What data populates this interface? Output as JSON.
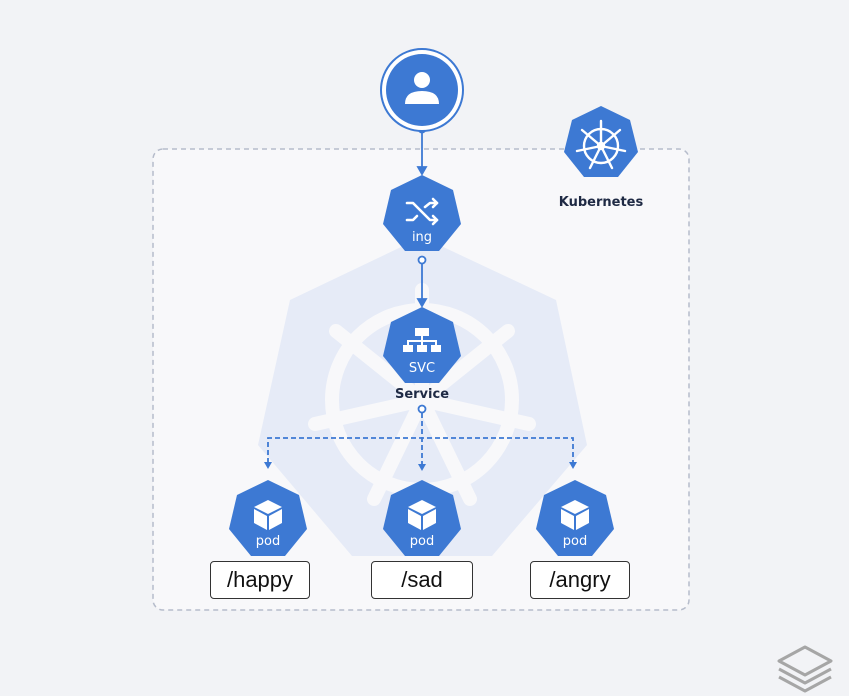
{
  "kubernetes": {
    "label": "Kubernetes"
  },
  "ingress": {
    "label": "ing"
  },
  "service": {
    "badge": "SVC",
    "label": "Service"
  },
  "pods": [
    {
      "label": "pod",
      "route": "/happy"
    },
    {
      "label": "pod",
      "route": "/sad"
    },
    {
      "label": "pod",
      "route": "/angry"
    }
  ],
  "colors": {
    "node": "#3d79d3",
    "border": "#b6bccb",
    "connector": "#3d79d3"
  }
}
